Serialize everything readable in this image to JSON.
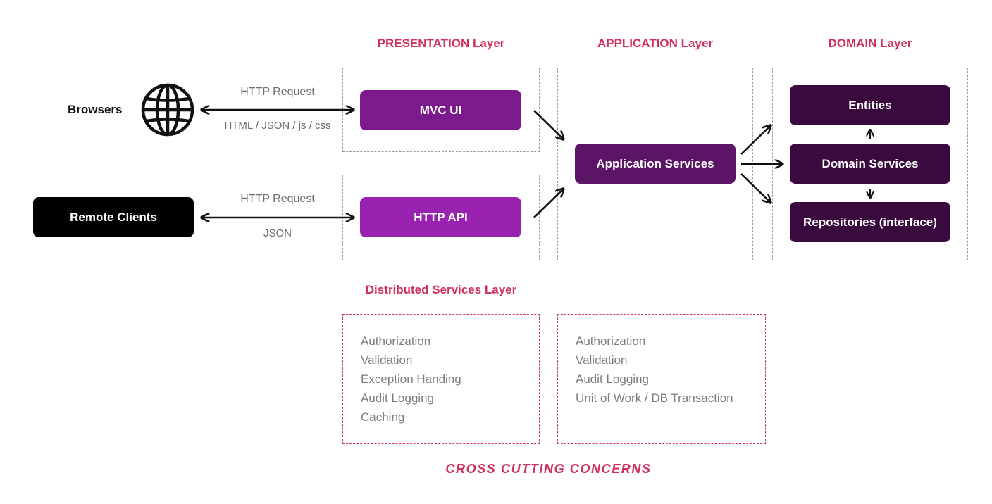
{
  "layers": {
    "presentation": "PRESENTATION Layer",
    "application": "APPLICATION Layer",
    "domain": "DOMAIN Layer",
    "distributed": "Distributed Services Layer"
  },
  "clients": {
    "browsers": "Browsers",
    "remote": "Remote Clients"
  },
  "edges": {
    "browser_request": "HTTP Request",
    "browser_response": "HTML / JSON / js / css",
    "remote_request": "HTTP Request",
    "remote_response": "JSON"
  },
  "nodes": {
    "mvc_ui": "MVC UI",
    "http_api": "HTTP API",
    "app_services": "Application Services",
    "entities": "Entities",
    "domain_services": "Domain Services",
    "repositories": "Repositories (interface)"
  },
  "concerns": {
    "presentation": [
      "Authorization",
      "Validation",
      "Exception Handing",
      "Audit Logging",
      "Caching"
    ],
    "application": [
      "Authorization",
      "Validation",
      "Audit Logging",
      "Unit of Work / DB Transaction"
    ]
  },
  "footer": "CROSS CUTTING CONCERNS",
  "icons": {
    "browsers": "globe-icon"
  },
  "colors": {
    "title": "#d1305e",
    "mvc_ui": "#7a1a8c",
    "http_api": "#9a22b0",
    "app_services": "#5c1566",
    "domain_nodes": "#3a0a3f",
    "remote_clients": "#000000"
  }
}
